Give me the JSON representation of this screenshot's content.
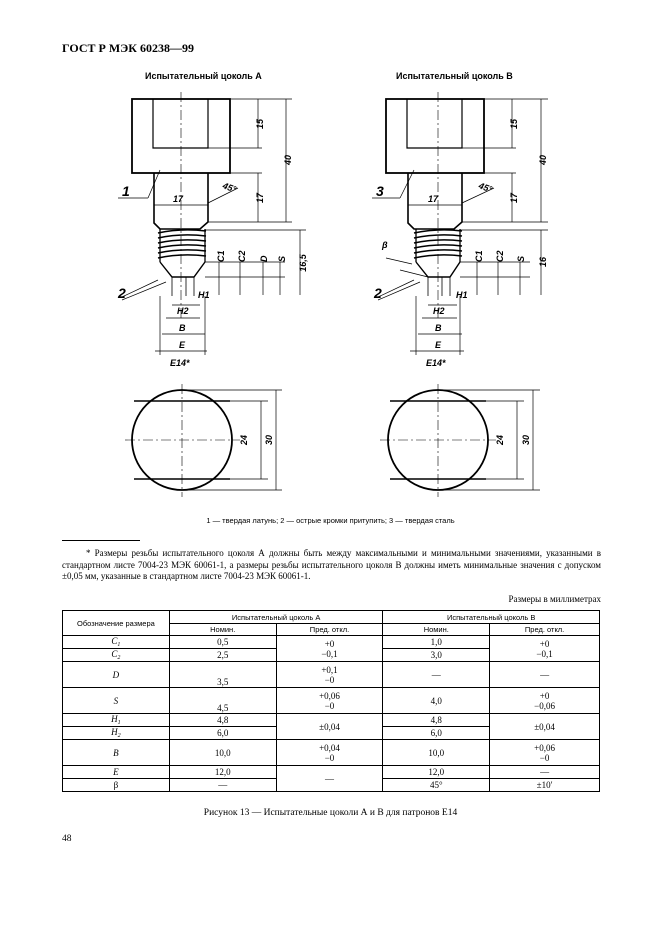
{
  "header": "ГОСТ Р МЭК 60238—99",
  "figure": {
    "title_a": "Испытательный цоколь А",
    "title_b": "Испытательный цоколь В",
    "dims": {
      "d15": "15",
      "d40": "40",
      "d17": "17",
      "d45": "45°",
      "dD": "D",
      "dS": "S",
      "d165": "16,5",
      "d16": "16",
      "dC1": "C1",
      "dC2": "C2",
      "dH1": "H1",
      "dH2": "H2",
      "dB": "B",
      "dE": "E",
      "dE14": "E14*",
      "d24": "24",
      "d30": "30",
      "dbeta": "β",
      "n1": "1",
      "n2": "2",
      "n3": "3"
    }
  },
  "legend": "1 — твердая латунь; 2 — острые кромки притупить; 3 — твердая сталь",
  "footnote": "* Размеры резьбы испытательного цоколя А должны быть между максимальными и минимальными значениями, указанными в стандартном листе 7004-23 МЭК 60061-1, а размеры резьбы испытательного цоколя В должны иметь минимальные значения с допуском ±0,05 мм, указанные в стандартном листе 7004-23 МЭК 60061-1.",
  "units": "Размеры в миллиметрах",
  "table": {
    "col_designation": "Обозначение размера",
    "col_a": "Испытательный цоколь А",
    "col_b": "Испытательный цоколь В",
    "sub_nom": "Номин.",
    "sub_tol": "Пред. откл.",
    "rows": {
      "c1": {
        "label": "C",
        "sub": "1",
        "a_nom": "0,5",
        "b_nom": "1,0"
      },
      "c2": {
        "label": "C",
        "sub": "2",
        "a_nom": "2,5",
        "b_nom": "3,0"
      },
      "c_a_tol1": "+0",
      "c_a_tol2": "−0,1",
      "c_b_tol1": "+0",
      "c_b_tol2": "−0,1",
      "d": {
        "label": "D",
        "a_nom": "3,5",
        "a_tol1": "+0,1",
        "a_tol2": "−0",
        "b_nom": "—",
        "b_tol": "—"
      },
      "s": {
        "label": "S",
        "a_nom": "4,5",
        "a_tol1": "+0,06",
        "a_tol2": "−0",
        "b_nom": "4,0",
        "b_tol1": "+0",
        "b_tol2": "−0,06"
      },
      "h1": {
        "label": "H",
        "sub": "1",
        "a_nom": "4,8",
        "b_nom": "4,8"
      },
      "h2": {
        "label": "H",
        "sub": "2",
        "a_nom": "6,0",
        "b_nom": "6,0"
      },
      "h_a_tol": "±0,04",
      "h_b_tol": "±0,04",
      "b": {
        "label": "B",
        "a_nom": "10,0",
        "a_tol1": "+0,04",
        "a_tol2": "−0",
        "b_nom": "10,0",
        "b_tol1": "+0,06",
        "b_tol2": "−0"
      },
      "e": {
        "label": "E",
        "a_nom": "12,0",
        "b_nom": "12,0",
        "b_tol": "—"
      },
      "beta": {
        "label": "β",
        "a_nom": "—",
        "b_nom": "45°",
        "b_tol": "±10′"
      },
      "eb_a_tol": "—"
    }
  },
  "caption": "Рисунок 13 — Испытательные цоколи А и В для патронов Е14",
  "page_number": "48"
}
